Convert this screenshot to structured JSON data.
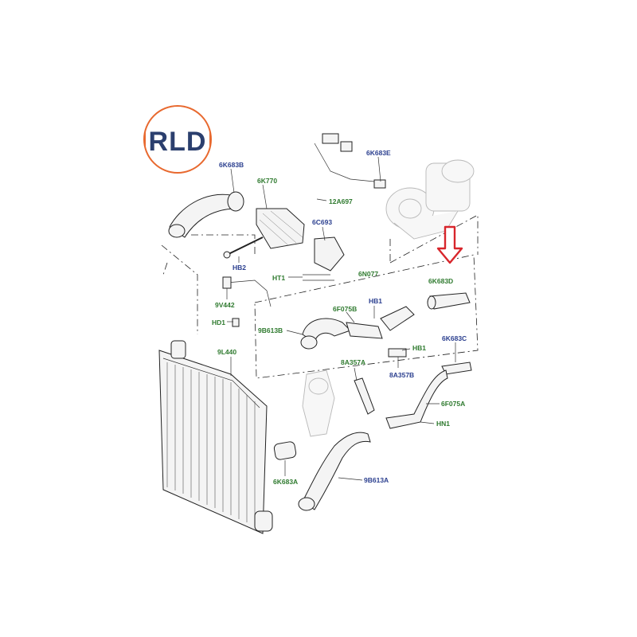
{
  "logo": {
    "text": "RLD"
  },
  "colors": {
    "logo_orange": "#e8692f",
    "logo_text": "#2b3f6e",
    "label_green": "#2f7a2f",
    "label_blue": "#2b3f8f",
    "arrow_red": "#d8262c"
  },
  "labels": {
    "p6K683B": "6K683B",
    "p6K770": "6K770",
    "p6K683E": "6K683E",
    "p12A697": "12A697",
    "p6C693": "6C693",
    "pHB2": "HB2",
    "pHT1": "HT1",
    "p6N077": "6N077",
    "p6K683D": "6K683D",
    "p9V442": "9V442",
    "pHD1": "HD1",
    "pHB1a": "HB1",
    "p6F075B": "6F075B",
    "p9B613B": "9B613B",
    "p6K683C": "6K683C",
    "pHB1b": "HB1",
    "p8A357A": "8A357A",
    "p8A357B": "8A357B",
    "p9L440": "9L440",
    "p6F075A": "6F075A",
    "pHN1": "HN1",
    "p6K683A": "6K683A",
    "p9B613A": "9B613A"
  }
}
